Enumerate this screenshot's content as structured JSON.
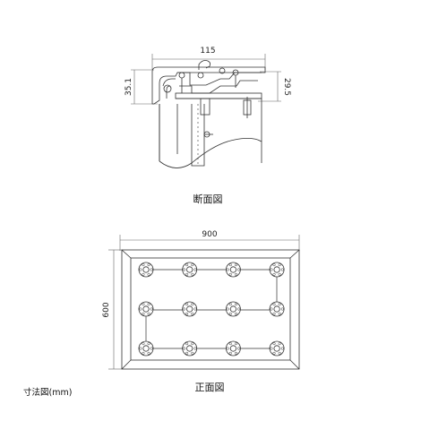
{
  "section_view": {
    "width_label": "115",
    "height_left_label": "35.1",
    "height_right_label": "29.5",
    "caption": "断面図"
  },
  "front_view": {
    "width_label": "900",
    "height_label": "600",
    "caption": "正面図",
    "rows": 3,
    "cols": 4
  },
  "footer": {
    "note": "寸法図(mm)"
  },
  "colors": {
    "line": "#333333",
    "dim_line": "#666666"
  }
}
